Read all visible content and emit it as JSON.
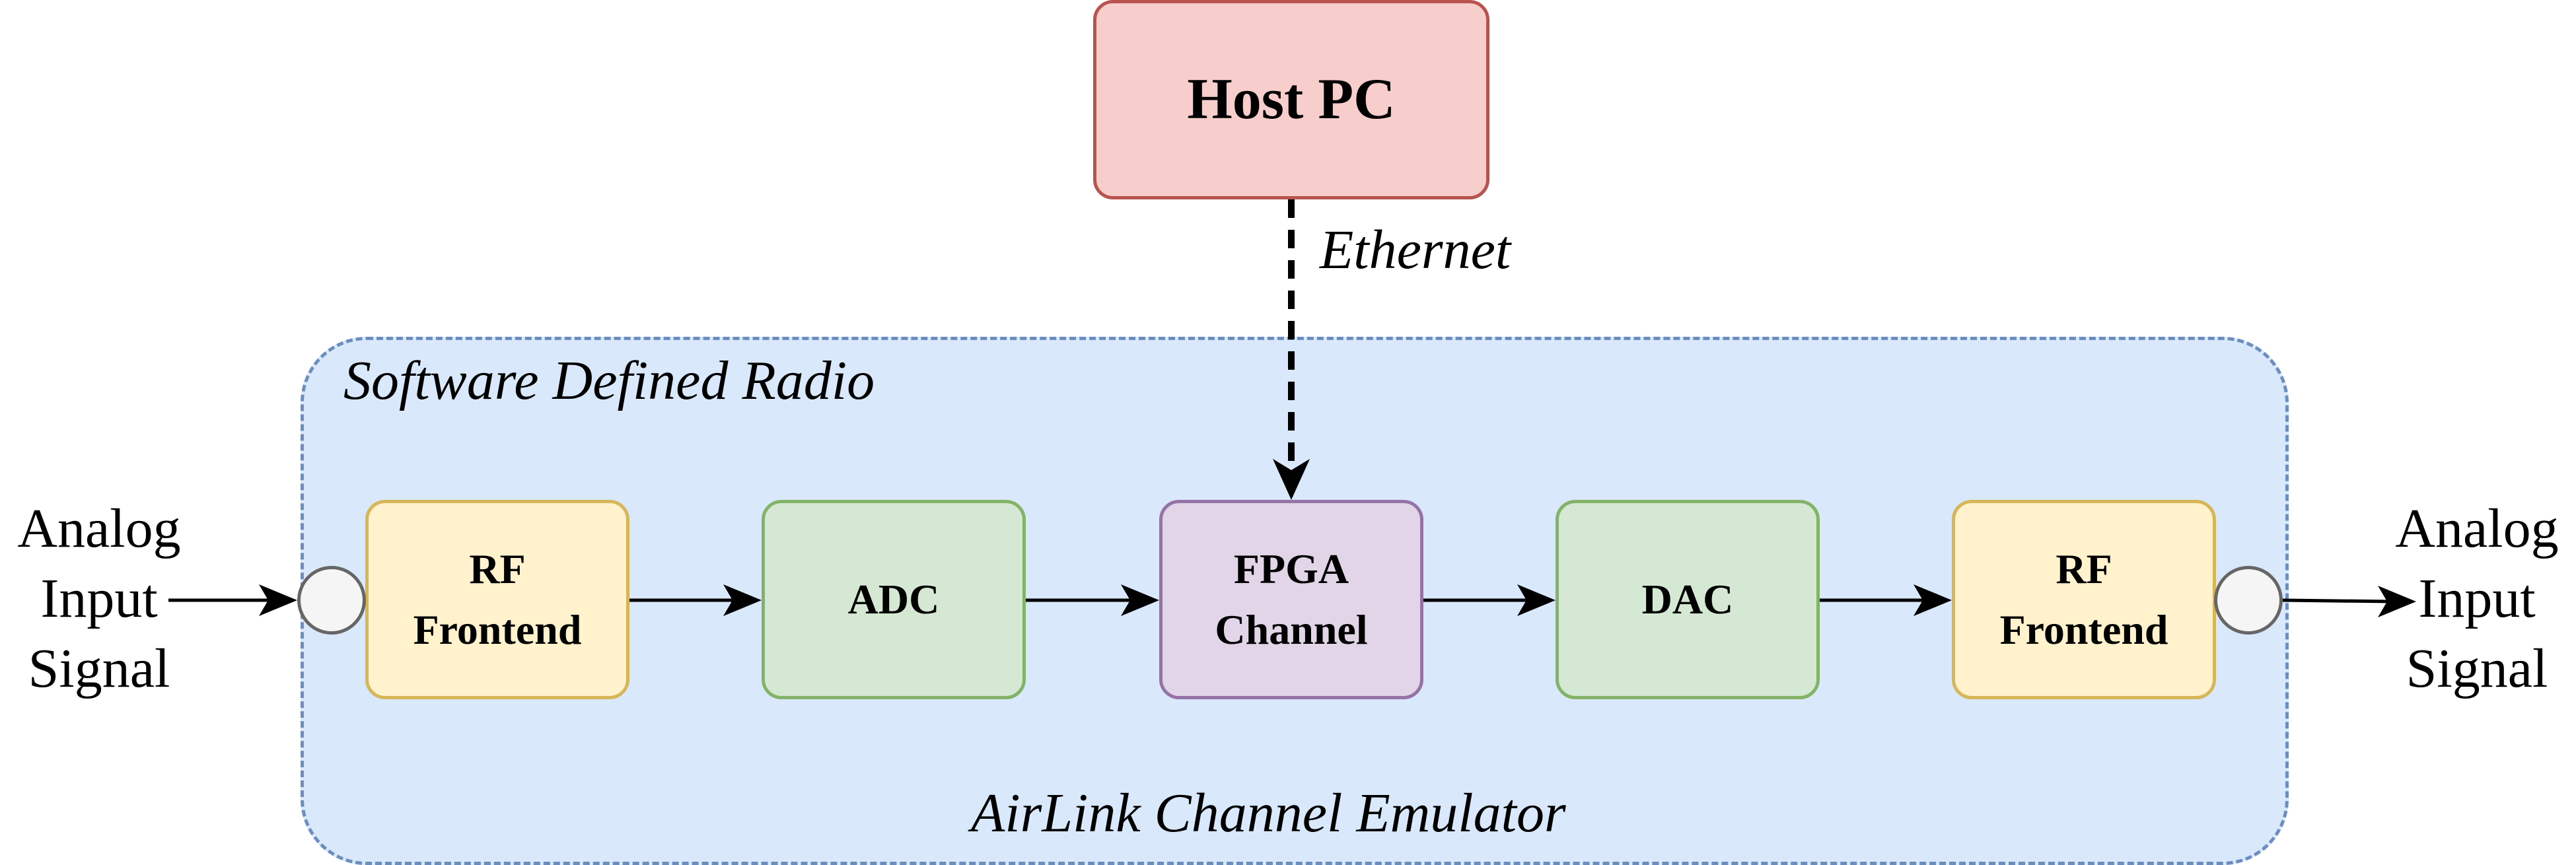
{
  "host": {
    "label": "Host PC"
  },
  "link": {
    "label": "Ethernet"
  },
  "sdr": {
    "label": "Software Defined Radio"
  },
  "emulator": {
    "label": "AirLink Channel Emulator"
  },
  "blocks": {
    "rf_in": "RF\nFrontend",
    "adc": "ADC",
    "fpga": "FPGA\nChannel",
    "dac": "DAC",
    "rf_out": "RF\nFrontend"
  },
  "io": {
    "input": "Analog\nInput\nSignal",
    "output": "Analog\nInput\nSignal"
  },
  "colors": {
    "sdr_fill": "#dae8fc",
    "sdr_stroke": "#6c8ebf",
    "rf_fill": "#fff2cc",
    "rf_stroke": "#d6b656",
    "conv_fill": "#d5e8d4",
    "conv_stroke": "#82b366",
    "fpga_fill": "#e1d5e7",
    "fpga_stroke": "#9673a6",
    "host_fill": "#f8cecc",
    "host_stroke": "#b85450"
  }
}
